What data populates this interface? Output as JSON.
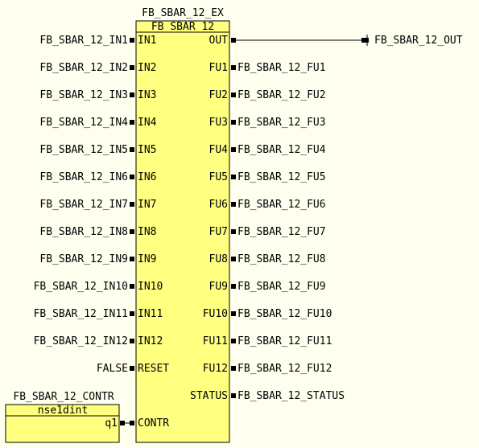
{
  "colors": {
    "background": "#fffff0",
    "block_fill": "#ffff80",
    "stroke": "#000000"
  },
  "main_block": {
    "instance_name": "FB_SBAR_12_EX",
    "type_name": "FB_SBAR_12",
    "inputs": [
      {
        "port": "IN1",
        "signal": "FB_SBAR_12_IN1"
      },
      {
        "port": "IN2",
        "signal": "FB_SBAR_12_IN2"
      },
      {
        "port": "IN3",
        "signal": "FB_SBAR_12_IN3"
      },
      {
        "port": "IN4",
        "signal": "FB_SBAR_12_IN4"
      },
      {
        "port": "IN5",
        "signal": "FB_SBAR_12_IN5"
      },
      {
        "port": "IN6",
        "signal": "FB_SBAR_12_IN6"
      },
      {
        "port": "IN7",
        "signal": "FB_SBAR_12_IN7"
      },
      {
        "port": "IN8",
        "signal": "FB_SBAR_12_IN8"
      },
      {
        "port": "IN9",
        "signal": "FB_SBAR_12_IN9"
      },
      {
        "port": "IN10",
        "signal": "FB_SBAR_12_IN10"
      },
      {
        "port": "IN11",
        "signal": "FB_SBAR_12_IN11"
      },
      {
        "port": "IN12",
        "signal": "FB_SBAR_12_IN12"
      },
      {
        "port": "RESET",
        "signal": "FALSE"
      },
      {
        "port": "",
        "signal": ""
      },
      {
        "port": "CONTR",
        "signal": ""
      }
    ],
    "outputs": [
      {
        "port": "OUT",
        "signal": "FB_SBAR_12_OUT"
      },
      {
        "port": "FU1",
        "signal": "FB_SBAR_12_FU1"
      },
      {
        "port": "FU2",
        "signal": "FB_SBAR_12_FU2"
      },
      {
        "port": "FU3",
        "signal": "FB_SBAR_12_FU3"
      },
      {
        "port": "FU4",
        "signal": "FB_SBAR_12_FU4"
      },
      {
        "port": "FU5",
        "signal": "FB_SBAR_12_FU5"
      },
      {
        "port": "FU6",
        "signal": "FB_SBAR_12_FU6"
      },
      {
        "port": "FU7",
        "signal": "FB_SBAR_12_FU7"
      },
      {
        "port": "FU8",
        "signal": "FB_SBAR_12_FU8"
      },
      {
        "port": "FU9",
        "signal": "FB_SBAR_12_FU9"
      },
      {
        "port": "FU10",
        "signal": "FB_SBAR_12_FU10"
      },
      {
        "port": "FU11",
        "signal": "FB_SBAR_12_FU11"
      },
      {
        "port": "FU12",
        "signal": "FB_SBAR_12_FU12"
      },
      {
        "port": "STATUS",
        "signal": "FB_SBAR_12_STATUS"
      }
    ]
  },
  "contr_block": {
    "instance_name": "FB_SBAR_12_CONTR",
    "type_name": "nse1dint",
    "output_port": "q1"
  }
}
